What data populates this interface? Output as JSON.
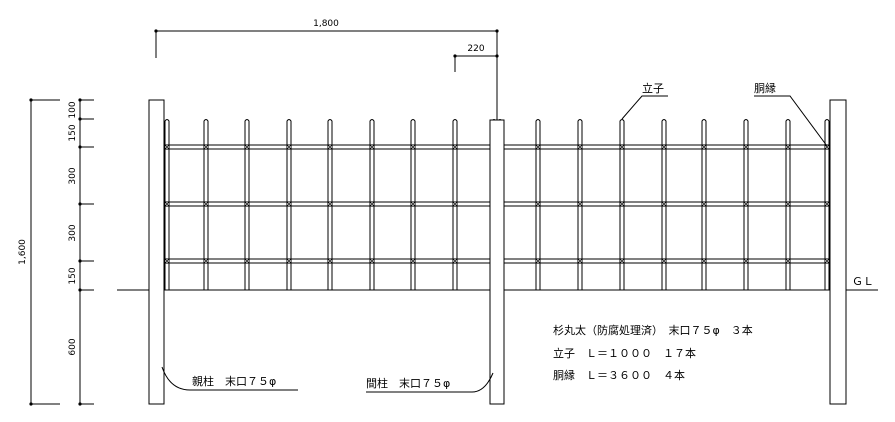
{
  "dimensions": {
    "top_width": "1,800",
    "picket_spacing": "220",
    "total_height": "1,600",
    "segments": [
      "100",
      "150",
      "300",
      "300",
      "150",
      "600"
    ]
  },
  "labels": {
    "picket": "立子",
    "rail": "胴縁",
    "ground_line": "ＧＬ",
    "end_post": "親柱　末口７５φ",
    "middle_post": "間柱　末口７５φ"
  },
  "notes": [
    "杉丸太（防腐処理済）　末口７５φ　３本",
    "立子　Ｌ＝１０００　１７本",
    "胴縁　Ｌ＝３６００　４本"
  ]
}
